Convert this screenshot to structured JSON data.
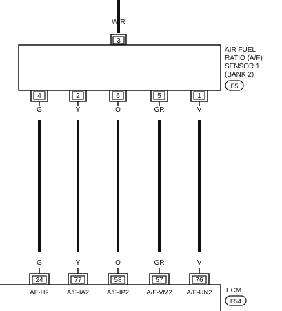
{
  "sensor": {
    "name_lines": [
      "AIR FUEL",
      "RATIO (A/F)",
      "SENSOR 1",
      "(BANK 2)"
    ],
    "connector": "F5",
    "top_pin": {
      "pin": "3",
      "color": "W/R"
    }
  },
  "ecm": {
    "name": "ECM",
    "connector": "F54"
  },
  "wires": [
    {
      "color_top": "G",
      "sensor_pin": "4",
      "color_bottom": "G",
      "ecm_pin": "24",
      "signal": "AF-H2"
    },
    {
      "color_top": "Y",
      "sensor_pin": "2",
      "color_bottom": "Y",
      "ecm_pin": "77",
      "signal": "A/F-IA2"
    },
    {
      "color_top": "O",
      "sensor_pin": "6",
      "color_bottom": "O",
      "ecm_pin": "58",
      "signal": "A/F-IP2"
    },
    {
      "color_top": "GR",
      "sensor_pin": "5",
      "color_bottom": "GR",
      "ecm_pin": "57",
      "signal": "A/F-VM2"
    },
    {
      "color_top": "V",
      "sensor_pin": "1",
      "color_bottom": "V",
      "ecm_pin": "76",
      "signal": "A/F-UN2"
    }
  ]
}
